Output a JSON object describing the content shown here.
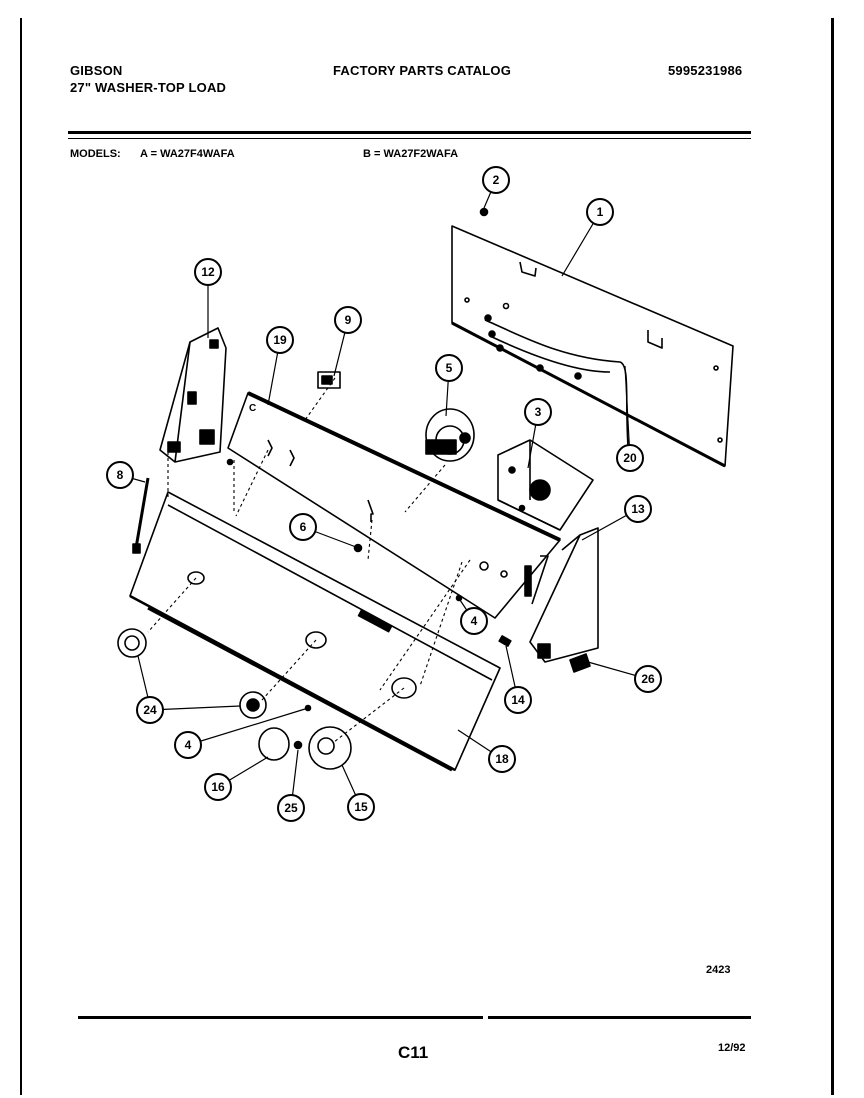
{
  "header": {
    "brand": "GIBSON",
    "product": "27\" WASHER-TOP LOAD",
    "catalog_title": "FACTORY PARTS CATALOG",
    "catalog_number": "5995231986"
  },
  "models": {
    "label": "MODELS:",
    "model_a": "A = WA27F4WAFA",
    "model_b": "B = WA27F2WAFA"
  },
  "diagram": {
    "callouts": [
      "1",
      "2",
      "3",
      "4",
      "4",
      "5",
      "6",
      "8",
      "9",
      "12",
      "13",
      "14",
      "15",
      "16",
      "18",
      "19",
      "20",
      "24",
      "25",
      "26"
    ]
  },
  "footer": {
    "drawing_number": "2423",
    "page_code": "C11",
    "date": "12/92"
  }
}
